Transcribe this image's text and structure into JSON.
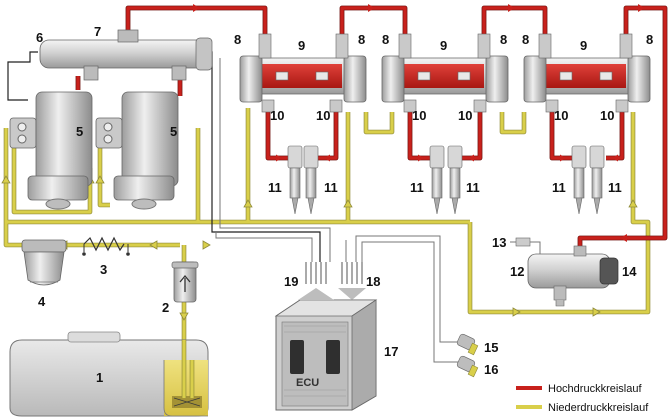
{
  "labels": {
    "tank": "1",
    "feed_pump": "2",
    "heater": "3",
    "prefilter": "4",
    "fuel_filter": "5",
    "filter_head": "6",
    "hp_pump": "7",
    "connector": "8",
    "rail": "9",
    "rail_valve": "10",
    "injector": "11",
    "return_port": "12",
    "return_inlet": "13",
    "pressure_block": "14",
    "sensor_a": "15",
    "sensor_b": "16",
    "ecu": "17",
    "ecu_outputs": "18",
    "ecu_inputs": "19"
  },
  "ecu_text": "ECU",
  "legend": {
    "high_pressure": "Hochdruckkreislauf",
    "low_pressure": "Niederdruckkreislauf"
  },
  "colors": {
    "high_pressure": "#c8211c",
    "low_pressure": "#d9cf4a"
  }
}
